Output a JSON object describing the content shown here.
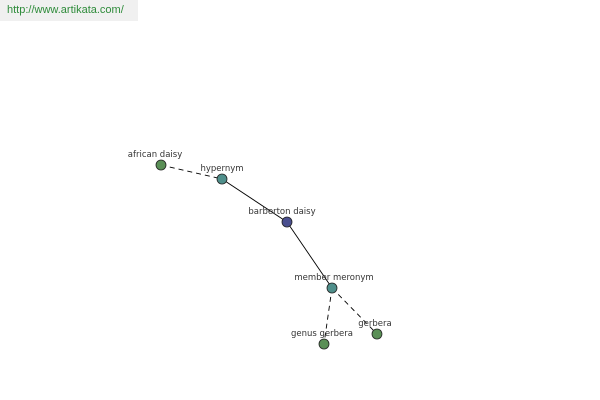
{
  "watermark": {
    "url": "http://www.artikata.com/",
    "color": "#2e8b3a"
  },
  "graph": {
    "nodes": [
      {
        "id": "african-daisy",
        "label": "african daisy",
        "kind": "word",
        "color": "#5a8f56"
      },
      {
        "id": "hypernym",
        "label": "hypernym",
        "kind": "relation",
        "color": "#4f8f8b"
      },
      {
        "id": "barberton-daisy",
        "label": "barberton daisy",
        "kind": "focus",
        "color": "#4a4f8f"
      },
      {
        "id": "member-meronym",
        "label": "member meronym",
        "kind": "relation",
        "color": "#4f8f8b"
      },
      {
        "id": "genus-gerbera",
        "label": "genus gerbera",
        "kind": "word",
        "color": "#5a8f56"
      },
      {
        "id": "gerbera",
        "label": "gerbera",
        "kind": "word",
        "color": "#5a8f56"
      }
    ],
    "edges": [
      {
        "from": "african-daisy",
        "to": "hypernym",
        "style": "dashed"
      },
      {
        "from": "hypernym",
        "to": "barberton-daisy",
        "style": "solid"
      },
      {
        "from": "barberton-daisy",
        "to": "member-meronym",
        "style": "solid"
      },
      {
        "from": "member-meronym",
        "to": "genus-gerbera",
        "style": "dashed"
      },
      {
        "from": "member-meronym",
        "to": "gerbera",
        "style": "dashed"
      }
    ]
  }
}
